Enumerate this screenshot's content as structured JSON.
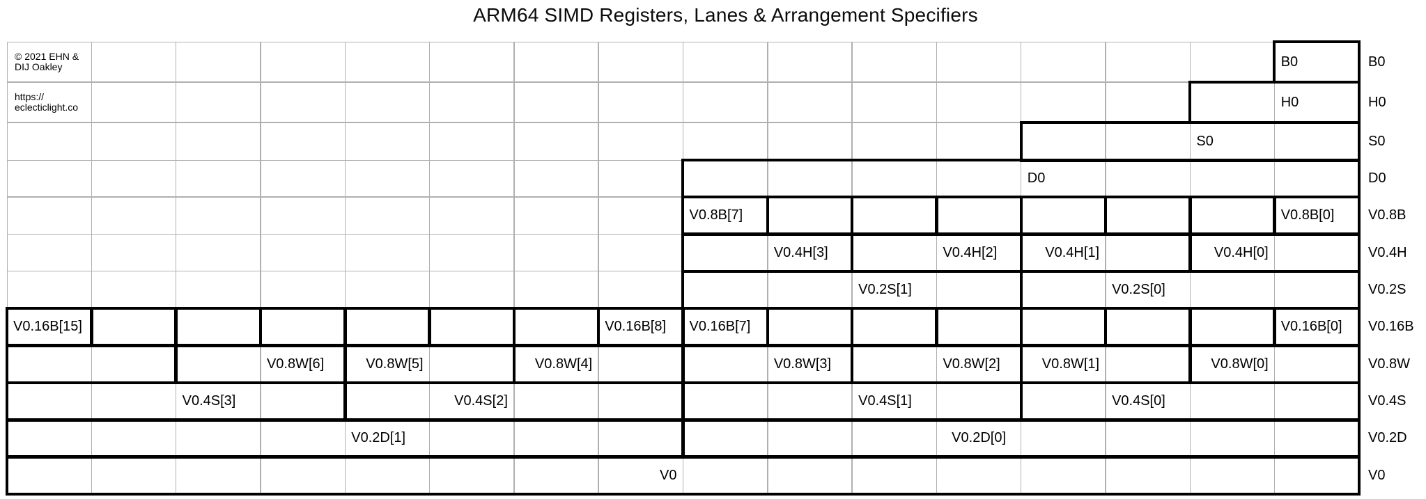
{
  "title": "ARM64 SIMD Registers, Lanes & Arrangement Specifiers",
  "annotations": {
    "credit_lines": [
      "© 2021 EHN &",
      "DIJ Oakley"
    ],
    "url_lines": [
      "https://",
      "eclecticlight.co"
    ]
  },
  "colors": {
    "thick_border": "#000000",
    "thin_grid": "#b0b0b0",
    "background": "#ffffff",
    "text": "#000000"
  },
  "grid": {
    "columns": 16,
    "rows": [
      {
        "register": "B0",
        "right_label": "B0",
        "box_start": 16,
        "lane_size": 1,
        "labels": [
          {
            "text": "B0",
            "col": 16,
            "align": "left"
          }
        ]
      },
      {
        "register": "H0",
        "right_label": "H0",
        "box_start": 15,
        "lane_size": 2,
        "labels": [
          {
            "text": "H0",
            "col": 16,
            "align": "left"
          }
        ]
      },
      {
        "register": "S0",
        "right_label": "S0",
        "box_start": 13,
        "lane_size": 4,
        "labels": [
          {
            "text": "S0",
            "col": 15,
            "align": "left"
          }
        ]
      },
      {
        "register": "D0",
        "right_label": "D0",
        "box_start": 9,
        "lane_size": 8,
        "labels": [
          {
            "text": "D0",
            "col": 13,
            "align": "left"
          }
        ]
      },
      {
        "register": "V0.8B",
        "right_label": "V0.8B",
        "box_start": 9,
        "lane_size": 1,
        "labels": [
          {
            "text": "V0.8B[7]",
            "col": 9,
            "align": "left"
          },
          {
            "text": "V0.8B[0]",
            "col": 16,
            "align": "left"
          }
        ]
      },
      {
        "register": "V0.4H",
        "right_label": "V0.4H",
        "box_start": 9,
        "lane_size": 2,
        "labels": [
          {
            "text": "V0.4H[3]",
            "col": 10,
            "align": "left"
          },
          {
            "text": "V0.4H[2]",
            "col": 12,
            "align": "left"
          },
          {
            "text": "V0.4H[1]",
            "col": 13,
            "align": "right"
          },
          {
            "text": "V0.4H[0]",
            "col": 15,
            "align": "right"
          }
        ]
      },
      {
        "register": "V0.2S",
        "right_label": "V0.2S",
        "box_start": 9,
        "lane_size": 4,
        "labels": [
          {
            "text": "V0.2S[1]",
            "col": 11,
            "align": "left"
          },
          {
            "text": "V0.2S[0]",
            "col": 14,
            "align": "left"
          }
        ]
      },
      {
        "register": "V0.16B",
        "right_label": "V0.16B",
        "box_start": 1,
        "lane_size": 1,
        "labels": [
          {
            "text": "V0.16B[15]",
            "col": 1,
            "align": "left"
          },
          {
            "text": "V0.16B[8]",
            "col": 8,
            "align": "left"
          },
          {
            "text": "V0.16B[7]",
            "col": 9,
            "align": "left"
          },
          {
            "text": "V0.16B[0]",
            "col": 16,
            "align": "left"
          }
        ]
      },
      {
        "register": "V0.8W",
        "right_label": "V0.8W",
        "box_start": 1,
        "lane_size": 2,
        "labels": [
          {
            "text": "V0.8W[6]",
            "col": 4,
            "align": "left"
          },
          {
            "text": "V0.8W[5]",
            "col": 5,
            "align": "right"
          },
          {
            "text": "V0.8W[4]",
            "col": 7,
            "align": "right"
          },
          {
            "text": "V0.8W[3]",
            "col": 10,
            "align": "left"
          },
          {
            "text": "V0.8W[2]",
            "col": 12,
            "align": "left"
          },
          {
            "text": "V0.8W[1]",
            "col": 13,
            "align": "right"
          },
          {
            "text": "V0.8W[0]",
            "col": 15,
            "align": "right"
          }
        ]
      },
      {
        "register": "V0.4S",
        "right_label": "V0.4S",
        "box_start": 1,
        "lane_size": 4,
        "labels": [
          {
            "text": "V0.4S[3]",
            "col": 3,
            "align": "left"
          },
          {
            "text": "V0.4S[2]",
            "col": 6,
            "align": "right"
          },
          {
            "text": "V0.4S[1]",
            "col": 11,
            "align": "left"
          },
          {
            "text": "V0.4S[0]",
            "col": 14,
            "align": "left"
          }
        ]
      },
      {
        "register": "V0.2D",
        "right_label": "V0.2D",
        "box_start": 1,
        "lane_size": 8,
        "labels": [
          {
            "text": "V0.2D[1]",
            "col": 5,
            "align": "left"
          },
          {
            "text": "V0.2D[0]",
            "col": 12,
            "align": "center"
          }
        ]
      },
      {
        "register": "V0",
        "right_label": "V0",
        "box_start": 1,
        "lane_size": 16,
        "labels": [
          {
            "text": "V0",
            "col": 8,
            "align": "right"
          }
        ]
      }
    ]
  }
}
